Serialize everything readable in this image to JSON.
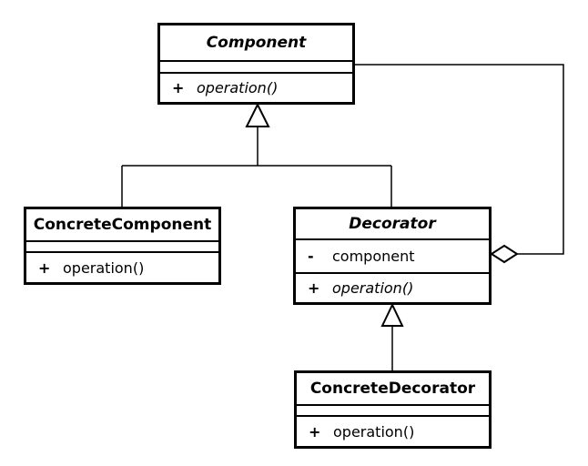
{
  "diagram": {
    "kind": "uml-class-diagram",
    "pattern": "Decorator",
    "colors": {
      "line": "#000000",
      "box_fill": "#ffffff",
      "background": "#ffffff"
    },
    "classes": [
      {
        "id": "component",
        "name": "Component",
        "abstract": true,
        "attributes": [],
        "operations": [
          {
            "visibility": "+",
            "signature": "operation()",
            "abstract": true
          }
        ]
      },
      {
        "id": "concrete-component",
        "name": "ConcreteComponent",
        "abstract": false,
        "attributes": [],
        "operations": [
          {
            "visibility": "+",
            "signature": "operation()",
            "abstract": false
          }
        ]
      },
      {
        "id": "decorator",
        "name": "Decorator",
        "abstract": true,
        "attributes": [
          {
            "visibility": "-",
            "name": "component"
          }
        ],
        "operations": [
          {
            "visibility": "+",
            "signature": "operation()",
            "abstract": true
          }
        ]
      },
      {
        "id": "concrete-decorator",
        "name": "ConcreteDecorator",
        "abstract": false,
        "attributes": [],
        "operations": [
          {
            "visibility": "+",
            "signature": "operation()",
            "abstract": false
          }
        ]
      }
    ],
    "relationships": [
      {
        "type": "generalization",
        "from": "ConcreteComponent",
        "to": "Component"
      },
      {
        "type": "generalization",
        "from": "Decorator",
        "to": "Component"
      },
      {
        "type": "generalization",
        "from": "ConcreteDecorator",
        "to": "Decorator"
      },
      {
        "type": "aggregation",
        "from": "Decorator",
        "to": "Component"
      }
    ]
  }
}
